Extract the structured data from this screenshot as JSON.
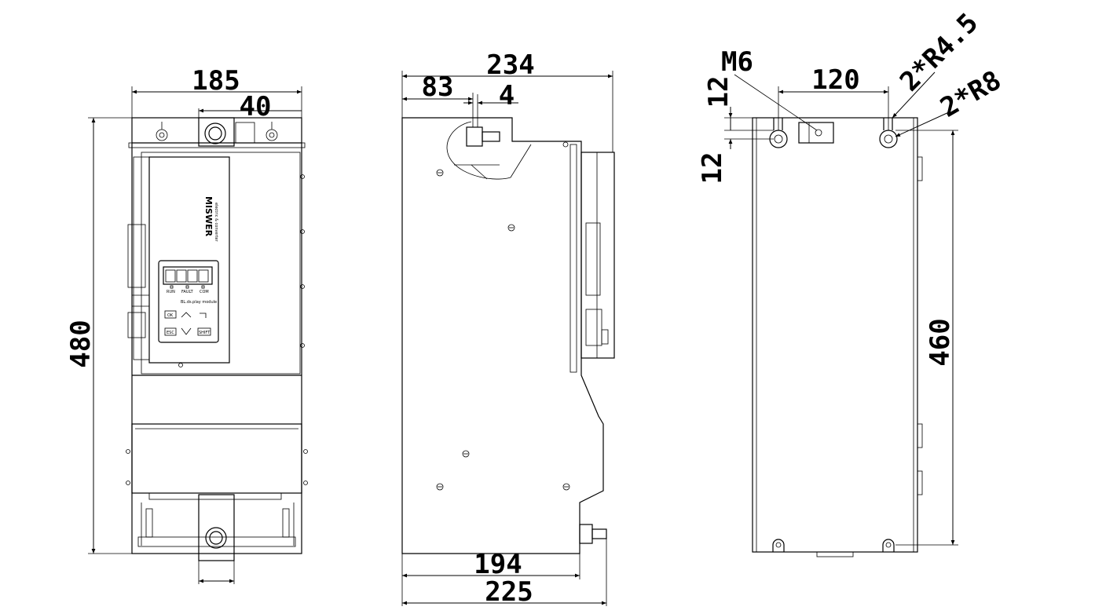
{
  "front_view": {
    "dim_width": "185",
    "dim_terminal": "40",
    "dim_height": "480",
    "brand_text": "MISWER",
    "brand_subtext": "electric & converter",
    "module_caption": "BL.ds.play module",
    "leds": [
      "RUN",
      "FAULT",
      "COM"
    ],
    "keys": [
      "OK",
      "ESC",
      "SHIFT"
    ]
  },
  "side_view": {
    "dim_overall": "234",
    "dim_offset": "83",
    "dim_small": "4",
    "dim_base_inner": "194",
    "dim_base_outer": "225"
  },
  "back_view": {
    "label_thread": "M6",
    "dim_hole_spacing": "120",
    "dim_gap_top": "12",
    "dim_gap_bottom": "12",
    "label_radius_small": "2*R4.5",
    "label_radius_large": "2*R8",
    "dim_mount_height": "460"
  }
}
